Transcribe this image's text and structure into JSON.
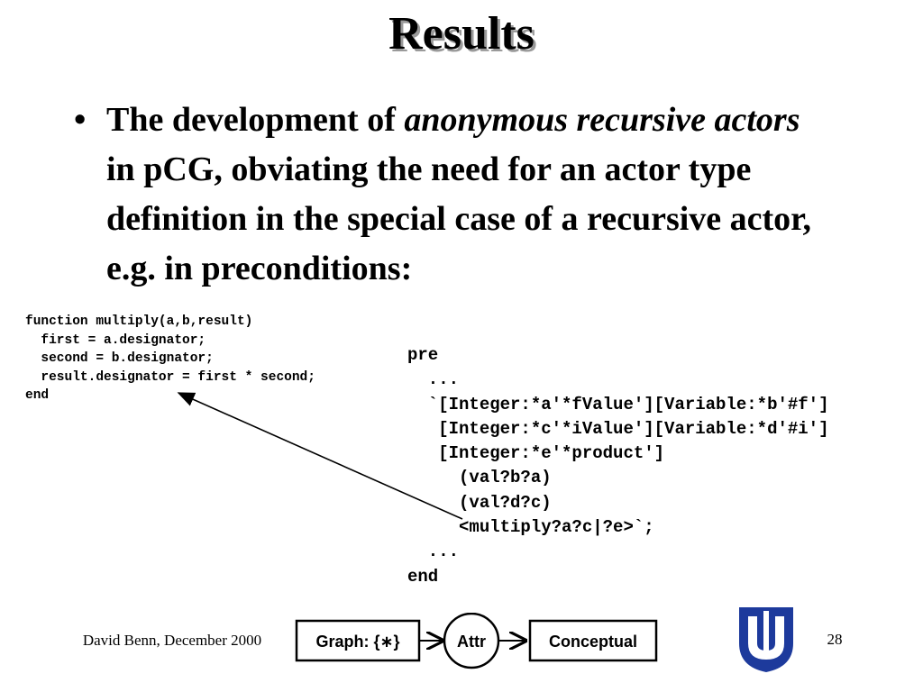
{
  "slide": {
    "title": "Results",
    "bullet": {
      "marker": "•",
      "text_1": "The development of ",
      "text_2_italic": "anonymous recursive actors",
      "text_3": " in pCG, obviating the need for an actor type definition in the special case of a recursive actor, e.g. in preconditions:"
    },
    "code_left": [
      "function multiply(a,b,result)",
      "  first = a.designator;",
      "  second = b.designator;",
      "  result.designator = first * second;",
      "end"
    ],
    "code_right": [
      "pre",
      "  ...",
      "  `[Integer:*a'*fValue'][Variable:*b'#f']",
      "   [Integer:*c'*iValue'][Variable:*d'#i']",
      "   [Integer:*e'*product']",
      "     (val?b?a)",
      "     (val?d?c)",
      "     <multiply?a?c|?e>`;",
      "  ...",
      "end"
    ],
    "footer": {
      "author": "David Benn, December 2000",
      "page_number": "28"
    },
    "diagram": {
      "box_1": "Graph: {∗}",
      "circle": "Attr",
      "box_2": "Conceptual"
    },
    "colors": {
      "logo_blue": "#1d3a9c",
      "logo_yellow": "#f2c500",
      "title_shadow": "#9a9a9a"
    },
    "icons": {
      "arrow": "annotation-arrow",
      "logo": "university-logo"
    }
  }
}
